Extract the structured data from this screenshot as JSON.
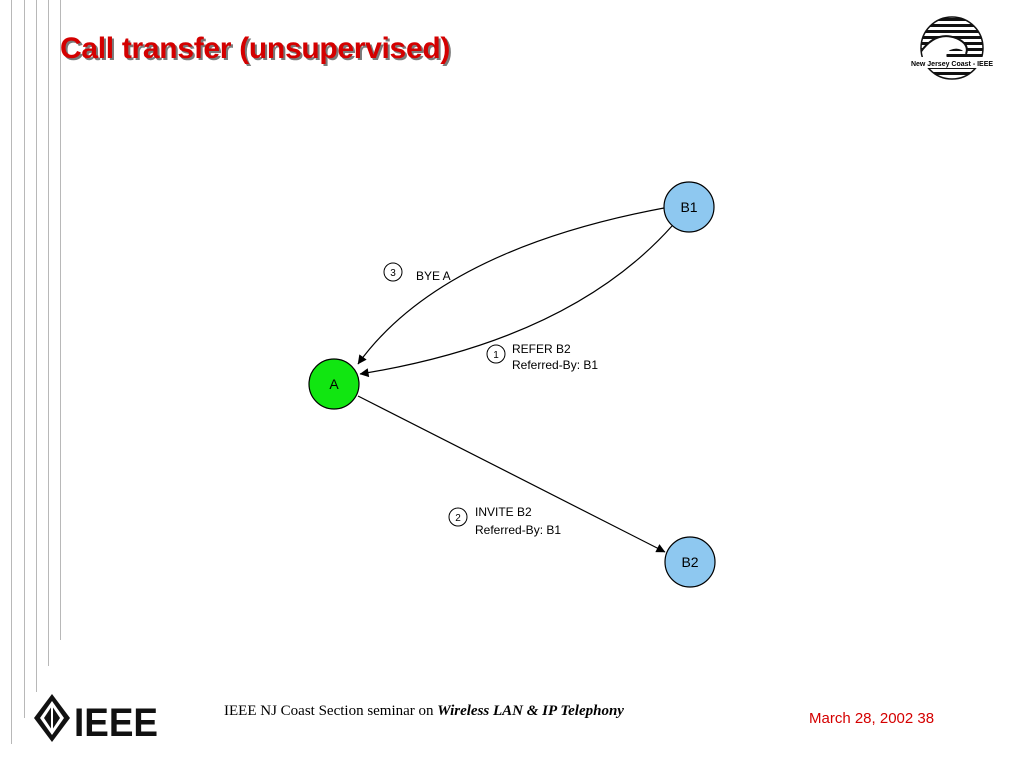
{
  "slide": {
    "title": "Call transfer (unsupervised)"
  },
  "logos": {
    "top_right_text": "New Jersey Coast - IEEE",
    "bottom_left_text": "IEEE"
  },
  "diagram": {
    "nodes": {
      "a": {
        "label": "A",
        "color": "#11e611"
      },
      "b1": {
        "label": "B1",
        "color": "#8ec8f0"
      },
      "b2": {
        "label": "B2",
        "color": "#8ec8f0"
      }
    },
    "messages": {
      "refer": {
        "step": "1",
        "line1": "REFER B2",
        "line2": "Referred-By: B1"
      },
      "invite": {
        "step": "2",
        "line1": "INVITE B2",
        "line2": "Referred-By: B1"
      },
      "bye": {
        "step": "3",
        "line1": "BYE A"
      }
    }
  },
  "footer": {
    "text_prefix": "IEEE NJ Coast Section seminar on ",
    "text_emphasis": "Wireless LAN & IP Telephony",
    "date_page": "March 28, 2002 38"
  },
  "colors": {
    "title": "#d40000",
    "date": "#d40000"
  }
}
